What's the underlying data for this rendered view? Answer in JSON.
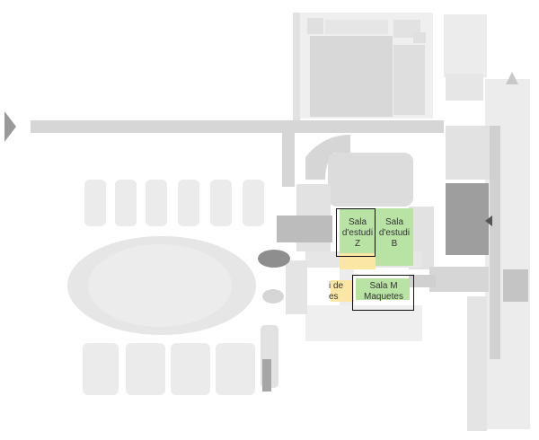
{
  "map": {
    "rooms": [
      {
        "id": "sala-estudi-z",
        "lines": [
          "Sala",
          "d'estudi",
          "Z"
        ]
      },
      {
        "id": "sala-estudi-b",
        "lines": [
          "Sala",
          "d'estudi",
          "B"
        ]
      },
      {
        "id": "sala-m",
        "lines": [
          "Sala M",
          "Maquetes"
        ]
      },
      {
        "id": "partial-label",
        "lines": [
          "i de",
          "es"
        ]
      }
    ]
  },
  "colors": {
    "background": "#ffffff",
    "building": "#e8e8e8",
    "building_mid": "#dcdcdc",
    "building_dark": "#b8b8b8",
    "building_darker": "#9c9c9c",
    "corridor": "#d4d4d4",
    "green_room": "#b9e3a5",
    "green_room_light": "#c9ebb8",
    "yellow_room": "#fbe6a6",
    "selection_border": "#111111"
  }
}
